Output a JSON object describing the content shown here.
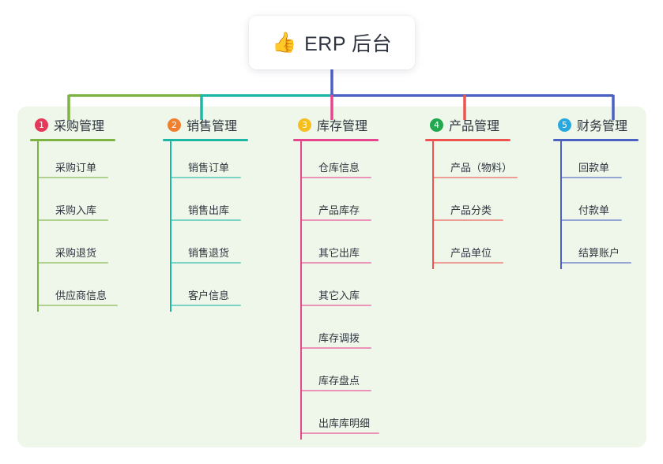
{
  "diagram": {
    "type": "mindmap",
    "root": {
      "emoji": "👍",
      "emoji_name": "thumbs-up-icon",
      "title": "ERP 后台"
    },
    "panel_color": "#eef7e9",
    "branches": [
      {
        "index": "1",
        "title": "采购管理",
        "color": "#7cb342",
        "badge_color": "#e5395b",
        "items": [
          "采购订单",
          "采购入库",
          "采购退货",
          "供应商信息"
        ]
      },
      {
        "index": "2",
        "title": "销售管理",
        "color": "#1cb8a5",
        "badge_color": "#f08030",
        "items": [
          "销售订单",
          "销售出库",
          "销售退货",
          "客户信息"
        ]
      },
      {
        "index": "3",
        "title": "库存管理",
        "color": "#e8458f",
        "badge_color": "#f5bf20",
        "items": [
          "仓库信息",
          "产品库存",
          "其它出库",
          "其它入库",
          "库存调拨",
          "库存盘点",
          "出库库明细"
        ]
      },
      {
        "index": "4",
        "title": "产品管理",
        "color": "#ef5350",
        "badge_color": "#22a84f",
        "items": [
          "产品（物料）",
          "产品分类",
          "产品单位"
        ]
      },
      {
        "index": "5",
        "title": "财务管理",
        "color": "#4b62c4",
        "badge_color": "#29a8e0",
        "items": [
          "回款单",
          "付款单",
          "结算账户"
        ]
      }
    ],
    "connector": {
      "stem_color": "#4b62c4",
      "segments": [
        {
          "color": "#7cb342"
        },
        {
          "color": "#1cb8a5"
        },
        {
          "color": "#4b62c4"
        }
      ]
    }
  }
}
